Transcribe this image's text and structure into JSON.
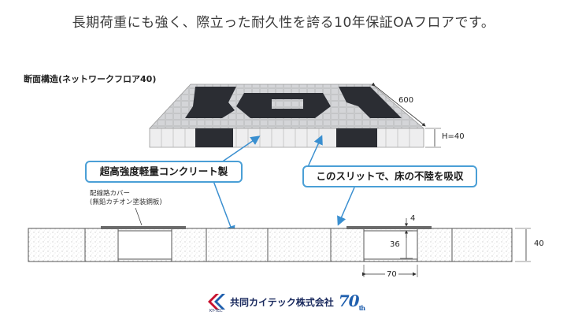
{
  "headline": "長期荷重にも強く、際立った耐久性を誇る10年保証OAフロアです。",
  "section_title": "断面構造(ネットワークフロア40)",
  "callouts": {
    "concrete": "超高強度軽量コンクリート製",
    "slit": "このスリットで、床の不陸を吸収"
  },
  "wiring_cover": {
    "line1": "配線路カバー",
    "line2": "(無鉛カチオン塗装鋼板)"
  },
  "dimensions": {
    "width": "600",
    "height": "H=40",
    "cover_thickness": "4",
    "channel_depth": "36",
    "total_height": "40",
    "channel_width": "70"
  },
  "footer": {
    "company": "共同カイテック株式会社",
    "brand_sub": "KY-TEC",
    "anniversary": "70",
    "anniversary_suffix": "th"
  },
  "colors": {
    "callout_border": "#4a9fd6",
    "arrow": "#3a8fd0",
    "panel_dark": "#2b2d33",
    "panel_light": "#d9dadc",
    "logo_red": "#c8102e",
    "logo_blue": "#1f5fae"
  }
}
